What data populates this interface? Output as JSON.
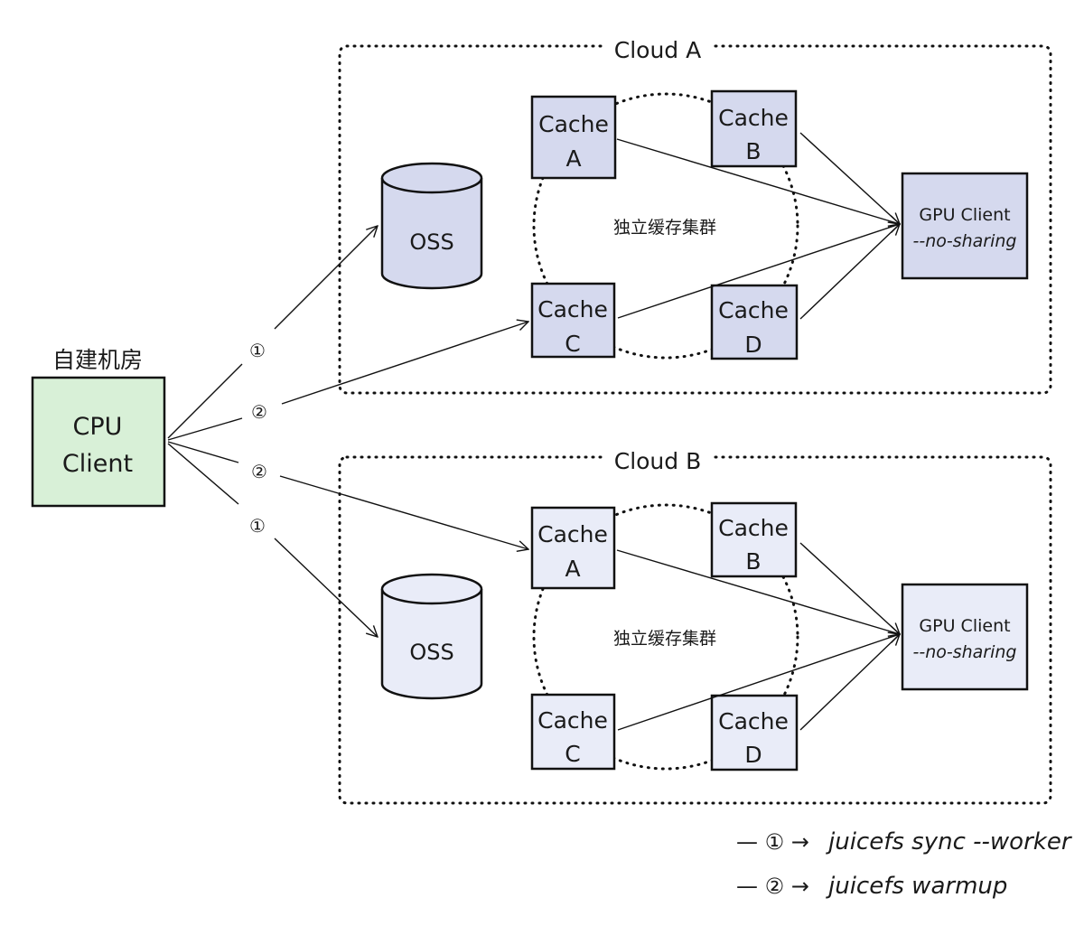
{
  "onprem": {
    "label": "自建机房",
    "cpu_client_line1": "CPU",
    "cpu_client_line2": "Client"
  },
  "arrow_labels": {
    "sync": "①",
    "warmup": "②"
  },
  "cloud_a": {
    "title": "Cloud A",
    "oss_label": "OSS",
    "cluster_label": "独立缓存集群",
    "cache_a": [
      "Cache",
      "A"
    ],
    "cache_b": [
      "Cache",
      "B"
    ],
    "cache_c": [
      "Cache",
      "C"
    ],
    "cache_d": [
      "Cache",
      "D"
    ],
    "gpu_client_line1": "GPU Client",
    "gpu_client_line2": "--no-sharing"
  },
  "cloud_b": {
    "title": "Cloud B",
    "oss_label": "OSS",
    "cluster_label": "独立缓存集群",
    "cache_a": [
      "Cache",
      "A"
    ],
    "cache_b": [
      "Cache",
      "B"
    ],
    "cache_c": [
      "Cache",
      "C"
    ],
    "cache_d": [
      "Cache",
      "D"
    ],
    "gpu_client_line1": "GPU Client",
    "gpu_client_line2": "--no-sharing"
  },
  "legend": {
    "row1_prefix": "— ① →",
    "row1_text": "juicefs sync --worker",
    "row2_prefix": "— ② →",
    "row2_text": "juicefs warmup"
  },
  "colors": {
    "cloud_a_fill": "#d5d9ee",
    "cloud_b_fill": "#e9ecf8",
    "cpu_fill": "#d8f0d7",
    "stroke": "#111111"
  }
}
